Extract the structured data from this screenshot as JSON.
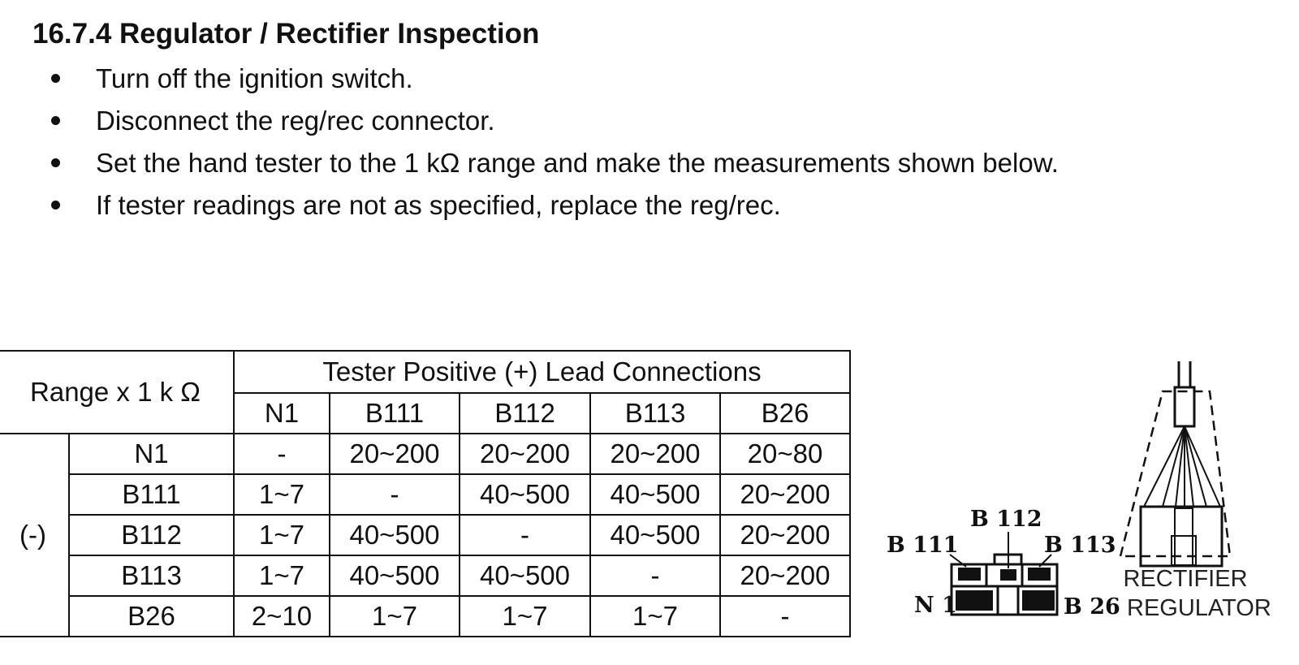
{
  "title": "16.7.4 Regulator / Rectifier Inspection",
  "steps": [
    "Turn off the ignition switch.",
    "Disconnect the reg/rec connector.",
    "Set the hand tester to the 1 kΩ range and make the measurements shown below.",
    "If tester readings are not as specified, replace the reg/rec."
  ],
  "table": {
    "range_label": "Range x 1 k Ω",
    "positive_header": "Tester Positive (+) Lead Connections",
    "negative_label": "(-)",
    "columns": [
      "N1",
      "B111",
      "B112",
      "B113",
      "B26"
    ],
    "rows": [
      {
        "label": "N1",
        "values": [
          "-",
          "20~200",
          "20~200",
          "20~200",
          "20~80"
        ]
      },
      {
        "label": "B111",
        "values": [
          "1~7",
          "-",
          "40~500",
          "40~500",
          "20~200"
        ]
      },
      {
        "label": "B112",
        "values": [
          "1~7",
          "40~500",
          "-",
          "40~500",
          "20~200"
        ]
      },
      {
        "label": "B113",
        "values": [
          "1~7",
          "40~500",
          "40~500",
          "-",
          "20~200"
        ]
      },
      {
        "label": "B26",
        "values": [
          "2~10",
          "1~7",
          "1~7",
          "1~7",
          "-"
        ]
      }
    ]
  },
  "diagram": {
    "pins": {
      "b112": "B 112",
      "b111": "B 111",
      "b113": "B 113",
      "n1": "N 1",
      "b26": "B 26"
    },
    "part_label_1": "RECTIFIER",
    "part_label_2": "REGULATOR"
  }
}
